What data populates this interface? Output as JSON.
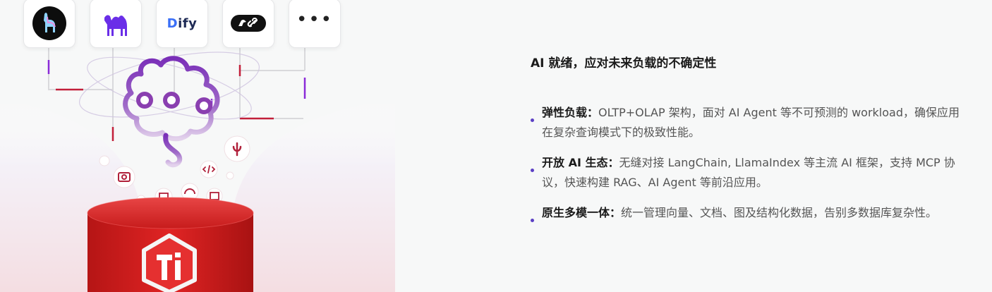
{
  "integrations": [
    {
      "name": "llama-logo"
    },
    {
      "name": "camel-logo"
    },
    {
      "name": "dify-logo",
      "text_d": "D",
      "text_rest": "ify"
    },
    {
      "name": "link-logo"
    },
    {
      "name": "more",
      "text": "•••"
    }
  ],
  "section": {
    "title": "AI 就绪，应对未来负载的不确定性",
    "features": [
      {
        "label": "弹性负载：",
        "text": "OLTP+OLAP 架构，面对 AI Agent 等不可预测的 workload，确保应用在复杂查询模式下的极致性能。"
      },
      {
        "label": "开放 AI 生态：",
        "text": "无缝对接 LangChain, LlamaIndex 等主流 AI 框架，支持 MCP 协议，快速构建 RAG、AI Agent 等前沿应用。"
      },
      {
        "label": "原生多模一体：",
        "text": "统一管理向量、文档、图及结构化数据，告别多数据库复杂性。"
      }
    ]
  },
  "colors": {
    "accent_red": "#d51f1f",
    "brain_purple": "#8a3fb0",
    "bullet": "#5b3fc4"
  },
  "icons": [
    "brain-icon",
    "microphone-icon",
    "camera-icon",
    "code-icon",
    "image-icon",
    "headphones-icon",
    "chat-icon",
    "tidb-logo-icon"
  ]
}
